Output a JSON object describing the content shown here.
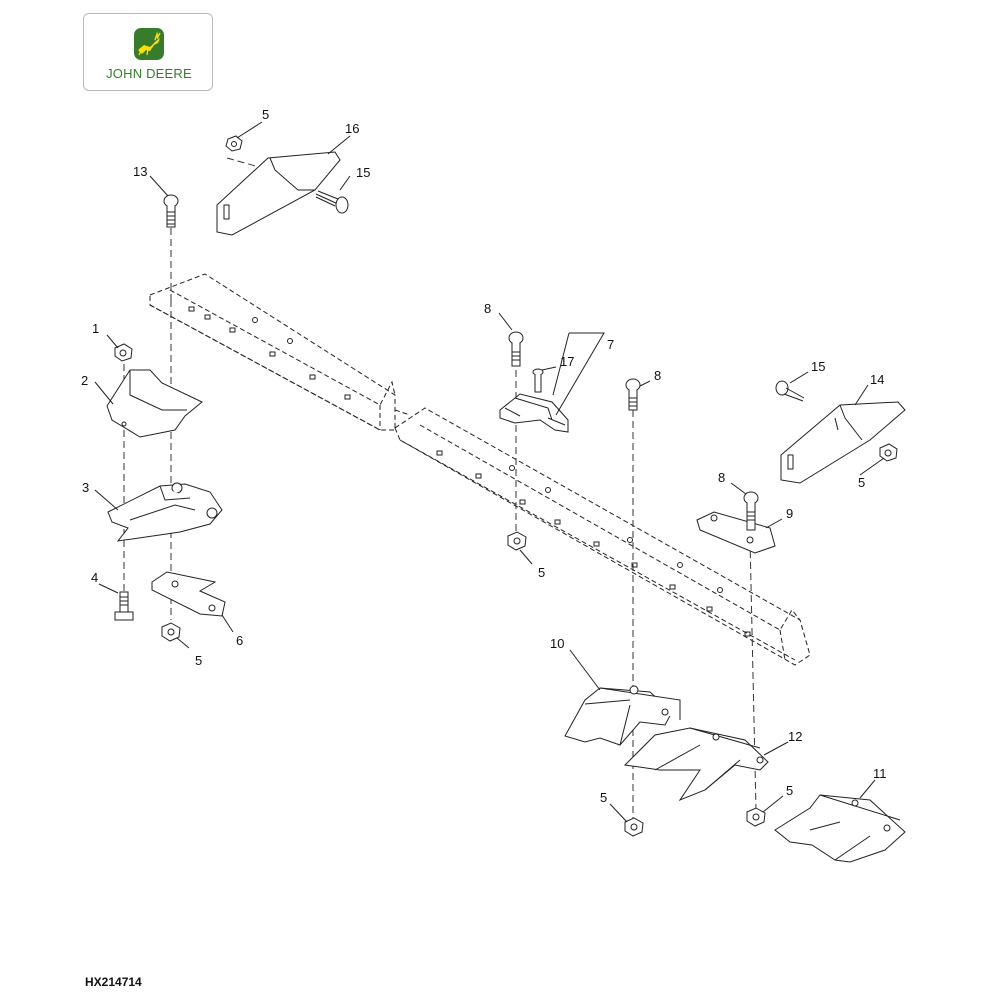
{
  "brand": {
    "name": "JOHN DEERE",
    "colors": {
      "green": "#367c2b",
      "yellow": "#ffde00"
    }
  },
  "figure_id": "HX214714",
  "callouts": [
    {
      "id": "c1",
      "label": "1"
    },
    {
      "id": "c2",
      "label": "2"
    },
    {
      "id": "c3",
      "label": "3"
    },
    {
      "id": "c4",
      "label": "4"
    },
    {
      "id": "c5a",
      "label": "5"
    },
    {
      "id": "c5b",
      "label": "5"
    },
    {
      "id": "c5c",
      "label": "5"
    },
    {
      "id": "c5d",
      "label": "5"
    },
    {
      "id": "c5e",
      "label": "5"
    },
    {
      "id": "c5f",
      "label": "5"
    },
    {
      "id": "c6",
      "label": "6"
    },
    {
      "id": "c7",
      "label": "7"
    },
    {
      "id": "c8a",
      "label": "8"
    },
    {
      "id": "c8b",
      "label": "8"
    },
    {
      "id": "c8c",
      "label": "8"
    },
    {
      "id": "c9",
      "label": "9"
    },
    {
      "id": "c10",
      "label": "10"
    },
    {
      "id": "c11",
      "label": "11"
    },
    {
      "id": "c12",
      "label": "12"
    },
    {
      "id": "c13",
      "label": "13"
    },
    {
      "id": "c14",
      "label": "14"
    },
    {
      "id": "c15a",
      "label": "15"
    },
    {
      "id": "c15b",
      "label": "15"
    },
    {
      "id": "c16",
      "label": "16"
    },
    {
      "id": "c17",
      "label": "17"
    }
  ]
}
